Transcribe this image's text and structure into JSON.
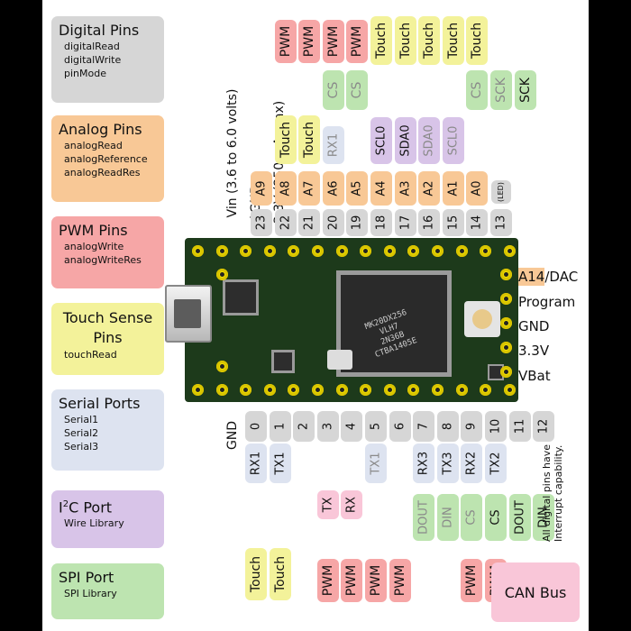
{
  "cards": [
    {
      "title": "Digital Pins",
      "items": [
        "digitalRead",
        "digitalWrite",
        "pinMode"
      ],
      "color": "#d6d6d6"
    },
    {
      "title": "Analog Pins",
      "items": [
        "analogRead",
        "analogReference",
        "analogReadRes"
      ],
      "color": "#f8c896"
    },
    {
      "title": "PWM Pins",
      "items": [
        "analogWrite",
        "analogWriteRes"
      ],
      "color": "#f6a6a6"
    },
    {
      "title": "Touch Sense Pins",
      "items": [
        "touchRead"
      ],
      "color": "#f3f29a"
    },
    {
      "title": "Serial Ports",
      "items": [
        "Serial1",
        "Serial2",
        "Serial3"
      ],
      "color": "#dde3f0"
    },
    {
      "title_pre": "I",
      "title_sup": "2",
      "title_post": "C Port",
      "items": [
        "Wire Library"
      ],
      "color": "#d8c4e8"
    },
    {
      "title": "SPI Port",
      "items": [
        "SPI Library"
      ],
      "color": "#bde4b0"
    }
  ],
  "top_labels": {
    "vin": "Vin (3.6 to 6.0 volts)",
    "agnd": "AGND",
    "v33": "3.3V (250 mA max)",
    "pwm": "PWM",
    "touch": "Touch",
    "cs": "CS",
    "sck": "SCK",
    "rx1": "RX1",
    "scl0": "SCL0",
    "sda0": "SDA0",
    "led": "(LED)",
    "analog": [
      "A9",
      "A8",
      "A7",
      "A6",
      "A5",
      "A4",
      "A3",
      "A2",
      "A1",
      "A0"
    ],
    "pins": [
      "23",
      "22",
      "21",
      "20",
      "19",
      "18",
      "17",
      "16",
      "15",
      "14",
      "13"
    ]
  },
  "bottom_labels": {
    "gnd": "GND",
    "pins": [
      "0",
      "1",
      "2",
      "3",
      "4",
      "5",
      "6",
      "7",
      "8",
      "9",
      "10",
      "11",
      "12"
    ],
    "rx1": "RX1",
    "tx1": "TX1",
    "rx3": "RX3",
    "tx3": "TX3",
    "rx2": "RX2",
    "tx2": "TX2",
    "tx": "TX",
    "rx": "RX",
    "dout": "DOUT",
    "din": "DIN",
    "cs": "CS",
    "touch": "Touch",
    "pwm": "PWM",
    "can": "CAN Bus",
    "interrupt_note": "All digital pins have Interrupt capability."
  },
  "right_labels": {
    "a14_pre": "A14",
    "a14_post": "/DAC",
    "program": "Program",
    "gnd": "GND",
    "v33": "3.3V",
    "vbat": "VBat"
  },
  "chip": {
    "lines": [
      "MK20DX256",
      "VLH7",
      "2N36B",
      "CTBA1405E"
    ]
  },
  "colors": {
    "gray": "#d6d6d6",
    "orange": "#f8c896",
    "pink": "#f6a6a6",
    "yellow": "#f3f29a",
    "green": "#bde4b0",
    "purple": "#d8c4e8",
    "blue": "#dde3f0",
    "canbus": "#f9c6d8",
    "board": "#1d3a1b",
    "pin": "#f3e200"
  }
}
